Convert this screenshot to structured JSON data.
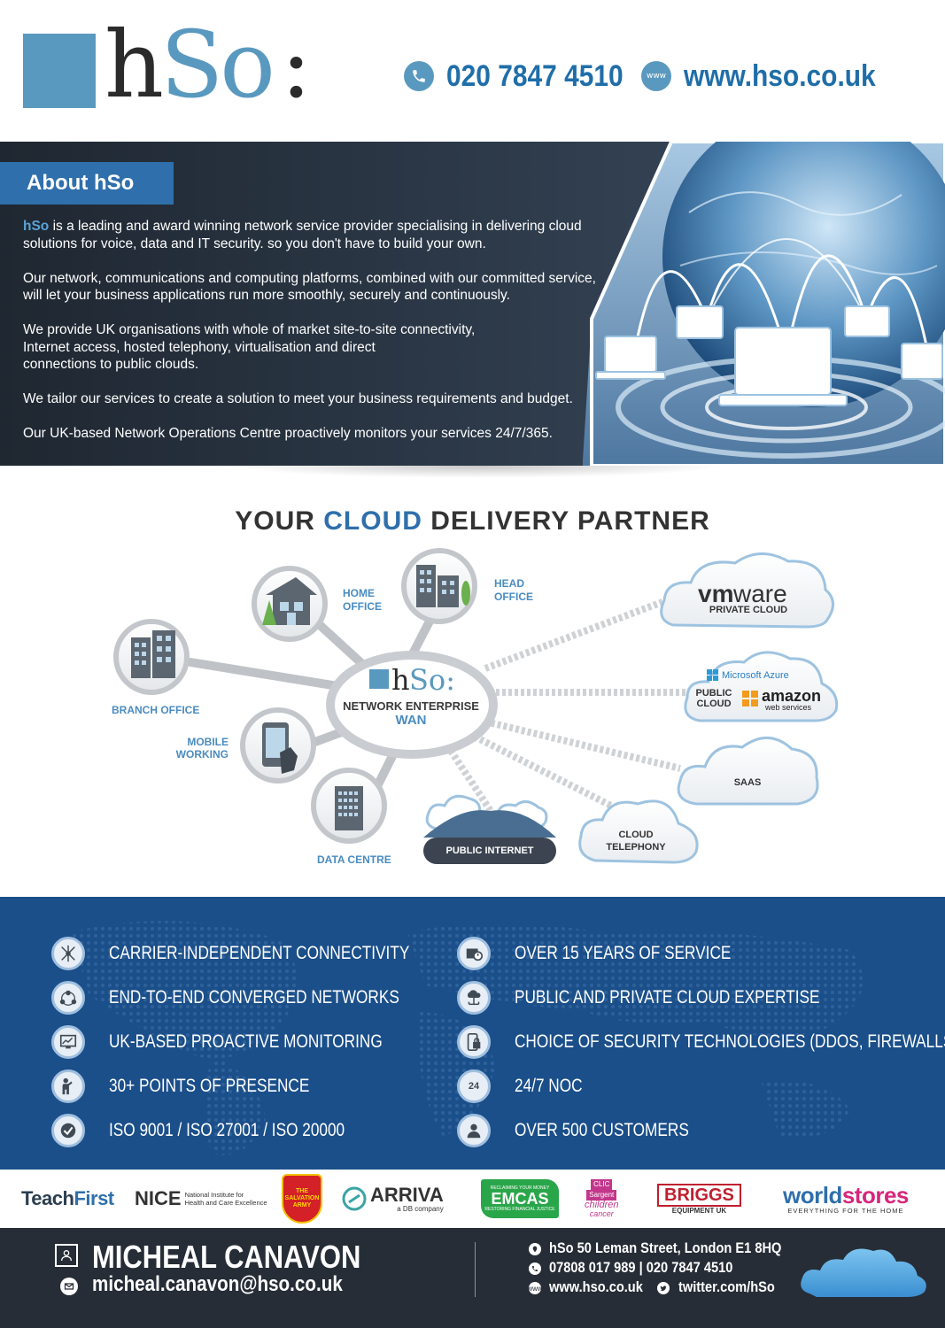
{
  "header": {
    "logo_h": "h",
    "logo_so": "So",
    "logo_colon": ":",
    "phone": "020 7847 4510",
    "website": "www.hso.co.uk",
    "www_icon_label": "www"
  },
  "about": {
    "title": "About hSo",
    "brand": "hSo",
    "p1": " is a leading and award winning network service provider specialising in delivering cloud solutions for voice, data and  IT security.  so you don't have to build your own.",
    "p2": "Our network, communications and computing platforms, combined with our committed service, will let your business applications run more smoothly, securely and continuously.",
    "p3a": "We provide UK organisations with whole of market site-to-site connectivity,",
    "p3b": "Internet access, hosted telephony, virtualisation and direct",
    "p3c": "connections to public clouds.",
    "p4": "We tailor our services to create a solution to meet your business requirements and budget.",
    "p5": "Our UK-based Network Operations Centre proactively monitors your services 24/7/365."
  },
  "cloud": {
    "title_a": "YOUR ",
    "title_b": "CLOUD",
    "title_c": " DELIVERY PARTNER",
    "hub_logo_h": "h",
    "hub_logo_so": "So:",
    "hub_line1": "NETWORK ENTERPRISE",
    "hub_line2": "WAN",
    "home_1": "HOME",
    "home_2": "OFFICE",
    "head_1": "HEAD",
    "head_2": "OFFICE",
    "branch": "BRANCH OFFICE",
    "mobile_1": "MOBILE",
    "mobile_2": "WORKING",
    "datacentre": "DATA CENTRE",
    "public_internet": "PUBLIC INTERNET",
    "cloud_tel_1": "CLOUD",
    "cloud_tel_2": "TELEPHONY",
    "saas": "SAAS",
    "public_cloud_1": "PUBLIC",
    "public_cloud_2": "CLOUD",
    "azure": "Microsoft Azure",
    "amazon": "amazon",
    "aws_sub": "web services",
    "vmware_vm": "vm",
    "vmware_ware": "ware",
    "private_cloud": "PRIVATE CLOUD"
  },
  "features": {
    "left": [
      "CARRIER-INDEPENDENT CONNECTIVITY",
      " END-TO-END CONVERGED NETWORKS",
      "UK-BASED PROACTIVE MONITORING",
      "30+ POINTS OF PRESENCE",
      "ISO 9001 / ISO 27001 / ISO 20000"
    ],
    "right": [
      "OVER 15 YEARS OF SERVICE",
      "PUBLIC AND PRIVATE CLOUD EXPERTISE",
      "CHOICE OF SECURITY TECHNOLOGIES (DDOS, FIREWALLS, VPNS)",
      "24/7 NOC",
      "OVER 500 CUSTOMERS"
    ],
    "noc_icon_label": "24"
  },
  "clients": {
    "teachfirst_a": "Teach",
    "teachfirst_b": "First",
    "nice": "NICE",
    "nice_sub1": "National Institute for",
    "nice_sub2": "Health and Care Excellence",
    "salvation_1": "THE",
    "salvation_2": "SALVATION",
    "salvation_3": "ARMY",
    "arriva": "ARRIVA",
    "arriva_sub": "a DB company",
    "emcas_top": "RECLAIMING YOUR MONEY",
    "emcas": "EMCAS",
    "emcas_sub": "RESTORING FINANCIAL JUSTICE",
    "clic_1": "CLIC",
    "clic_2": "Sargent",
    "clic_3": "children",
    "clic_4": "cancer",
    "briggs": "BRIGGS",
    "briggs_sub": "EQUIPMENT UK",
    "world": "world",
    "stores": "stores",
    "worldstores_sub": "EVERYTHING FOR THE HOME"
  },
  "footer": {
    "name": "MICHEAL CANAVON",
    "email": "micheal.canavon@hso.co.uk",
    "address": "hSo 50 Leman Street, London E1 8HQ",
    "phones": "07808 017 989  |  020 7847 4510",
    "website": "www.hso.co.uk",
    "twitter": "twitter.com/hSo",
    "www_icon_label": "www"
  },
  "colors": {
    "brand_blue": "#2f6fab",
    "logo_blue": "#5a99bf",
    "dark_panel": "#262d36",
    "features_blue": "#1b4f8a"
  }
}
